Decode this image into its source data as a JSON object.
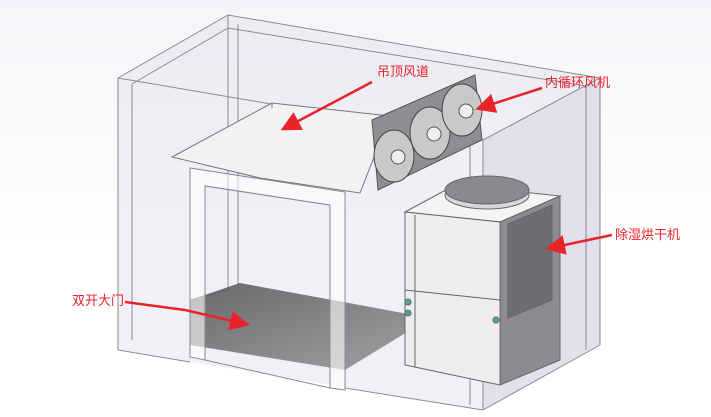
{
  "labels": {
    "ceiling_duct": "吊顶风道",
    "circulation_fan": "内循环风机",
    "dehumidifier_dryer": "除湿烘干机",
    "double_door": "双开大门"
  },
  "colors": {
    "annotation": "#e8242a",
    "outline": "#8a8a92",
    "floor_shadow": "#6e6e70"
  }
}
